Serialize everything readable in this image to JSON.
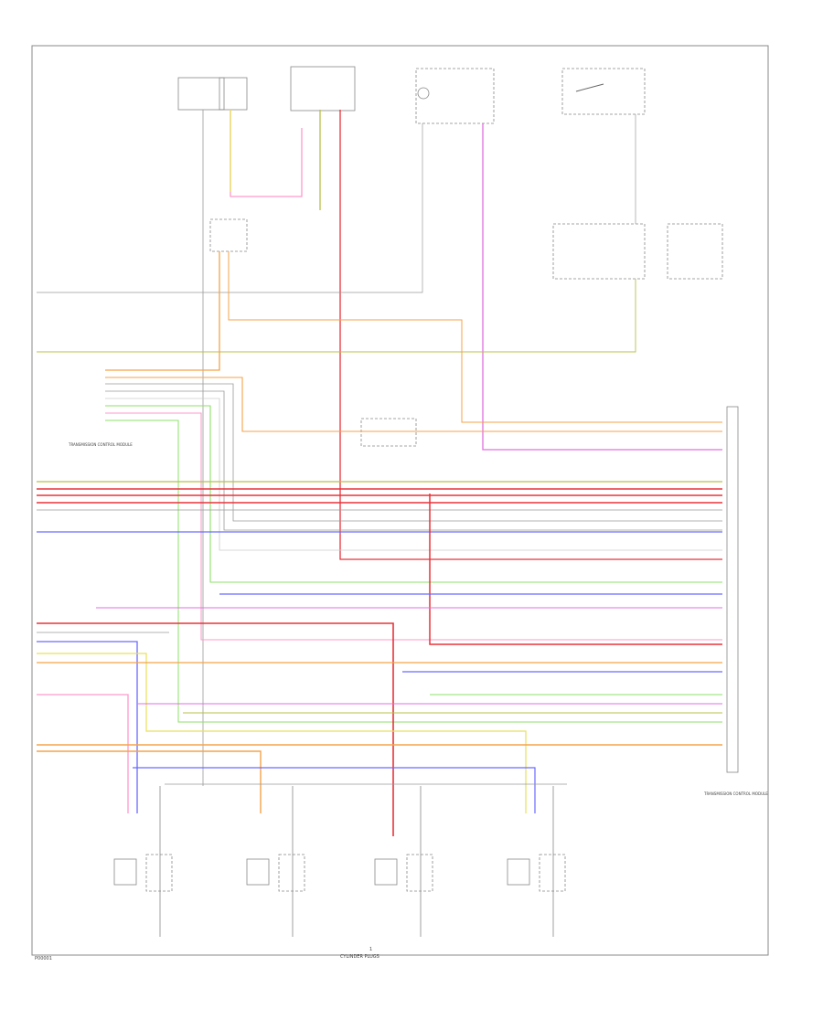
{
  "diagram": {
    "footer_left": "P00001",
    "bottom_caption": "CYLINDER PLUGS",
    "bottom_caption_number": "1",
    "control_module_label": "TRANSMISSION CONTROL MODULE",
    "left_module_label": "TRANSMISSION CONTROL MODULE",
    "wire_colors": {
      "red": "#e8333a",
      "pink": "#ff99cc",
      "magenta": "#e070e0",
      "orange": "#f5a34a",
      "yellow": "#e8e05a",
      "green": "#8fe06a",
      "blue": "#6a6aff",
      "lightblue": "#9a9aff",
      "gray": "#9a9a9a",
      "black": "#333333",
      "olive": "#b8c048",
      "lightgray": "#cccccc"
    }
  }
}
